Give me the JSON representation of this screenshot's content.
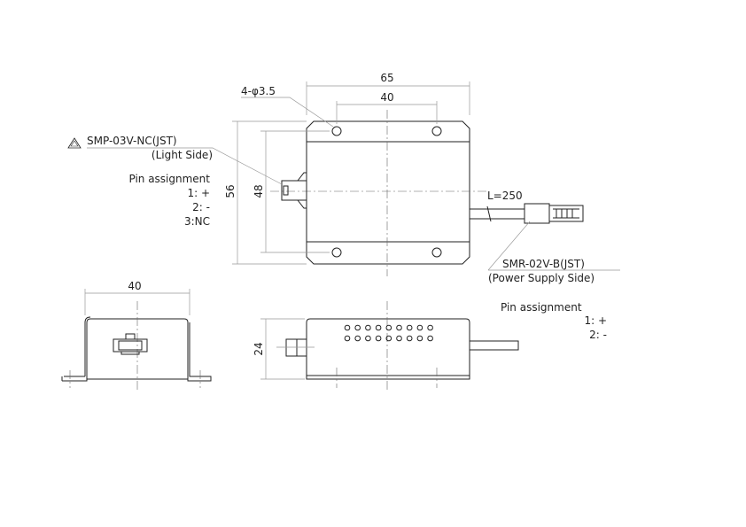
{
  "top_view": {
    "dim_width": "65",
    "dim_hole_pitch": "40",
    "dim_height": "56",
    "dim_hole_pitch_v": "48",
    "hole_callout": "4-φ3.5",
    "cable_length": "L=250",
    "light_connector": {
      "warning_symbol": "warning-triangle-icon",
      "part": "SMP-03V-NC(JST)",
      "side": "(Light Side)"
    },
    "light_pins": {
      "title": "Pin assignment",
      "pins": [
        "1: +",
        "2: -",
        "3:NC"
      ]
    },
    "power_connector": {
      "part": "SMR-02V-B(JST)",
      "side": "(Power Supply Side)"
    }
  },
  "front_view": {
    "dim_width": "40"
  },
  "side_view": {
    "dim_height": "24",
    "power_pins": {
      "title": "Pin assignment",
      "pins": [
        "1: +",
        "2: -"
      ]
    }
  }
}
